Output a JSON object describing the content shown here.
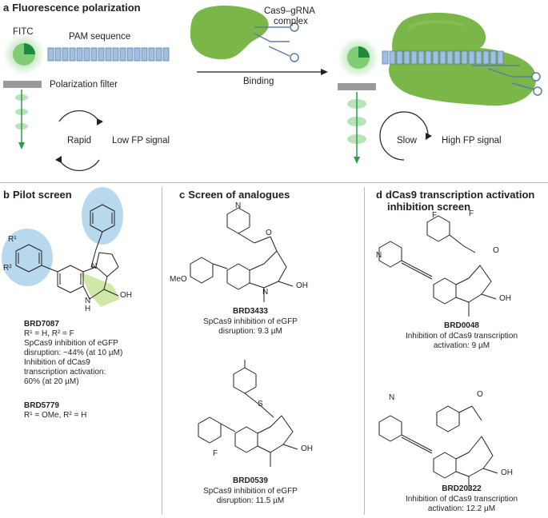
{
  "panel_a": {
    "letter": "a",
    "title": "Fluorescence polarization",
    "fitc": "FITC",
    "pam": "PAM sequence",
    "filter": "Polarization filter",
    "complex_line1": "Cas9–gRNA",
    "complex_line2": "complex",
    "binding": "Binding",
    "rapid": "Rapid",
    "low_fp": "Low FP signal",
    "slow": "Slow",
    "high_fp": "High FP signal"
  },
  "panel_b": {
    "letter": "b",
    "title": "Pilot screen",
    "r1": "R¹",
    "r2": "R²",
    "c1_name": "BRD7087",
    "c1_l1": "R¹ = H, R² = F",
    "c1_l2": "SpCas9 inhibition of eGFP",
    "c1_l3": "disruption: ~44% (at 10 µM)",
    "c1_l4": "Inhibition of dCas9",
    "c1_l5": "transcription activation:",
    "c1_l6": "60% (at 20 µM)",
    "c2_name": "BRD5779",
    "c2_l1": "R¹ = OMe, R² = H"
  },
  "panel_c": {
    "letter": "c",
    "title": "Screen of analogues",
    "c1_name": "BRD3433",
    "c1_l1": "SpCas9 inhibition of eGFP",
    "c1_l2": "disruption: 9.3 µM",
    "meo": "MeO",
    "c2_name": "BRD0539",
    "c2_l1": "SpCas9 inhibition of eGFP",
    "c2_l2": "disruption: 11.5 µM",
    "fluoro": "F"
  },
  "panel_d": {
    "letter": "d",
    "title_l1": "dCas9 transcription activation",
    "title_l2": "inhibition screen",
    "c1_name": "BRD0048",
    "c1_l1": "Inhibition of dCas9 transcription",
    "c1_l2": "activation: 9 µM",
    "c2_name": "BRD20322",
    "c2_l1": "Inhibition of dCas9 transcription",
    "c2_l2": "activation: 12.2 µM"
  },
  "atoms": {
    "N": "N",
    "H": "H",
    "O": "O",
    "OH": "OH",
    "S": "S",
    "F": "F"
  },
  "colors": {
    "protein_green": "#7ab648",
    "protein_dark": "#5e9a2e",
    "dna_blue": "#9fc0e0",
    "dna_stroke": "#5a7fa6",
    "fitc_green": "#52b848",
    "highlight_blue": "#b8d8ee",
    "highlight_green": "#cfe8a8",
    "filter_gray": "#9a9a9a",
    "divider": "#bcbcbc"
  }
}
